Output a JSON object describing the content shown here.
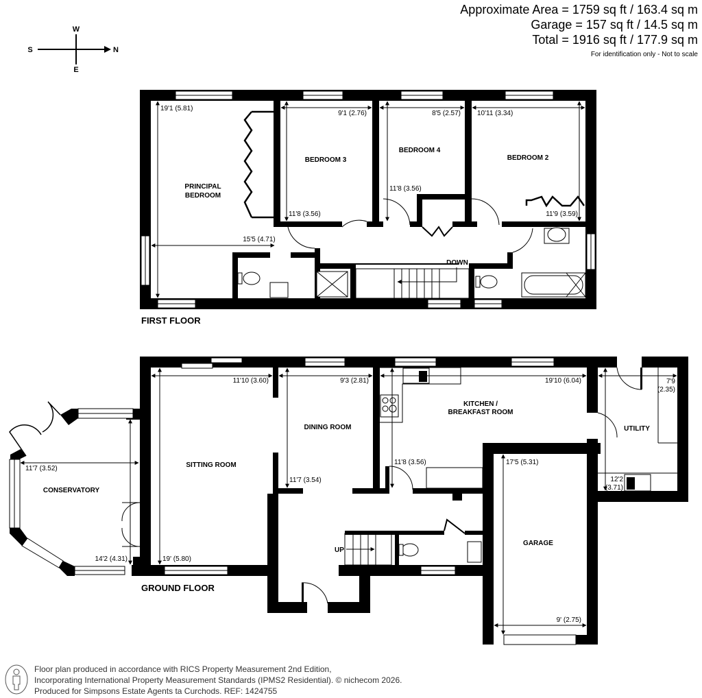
{
  "summary": {
    "approximate_area": "Approximate Area = 1759 sq ft / 163.4 sq m",
    "garage_area": "Garage = 157 sq ft / 14.5 sq m",
    "total_area": "Total = 1916 sq ft / 177.9 sq m",
    "disclaimer": "For identification only - Not to scale"
  },
  "compass": {
    "north": "N",
    "south": "S",
    "east": "E",
    "west": "W"
  },
  "first_floor": {
    "label": "FIRST FLOOR",
    "stairs_label": "DOWN",
    "rooms": [
      {
        "name": "PRINCIPAL",
        "name2": "BEDROOM",
        "dim_a": "19'1 (5.81)",
        "dim_b": "15'5 (4.71)"
      },
      {
        "name": "BEDROOM 3",
        "dim_a": "9'1 (2.76)",
        "dim_b": "11'8 (3.56)"
      },
      {
        "name": "BEDROOM 4",
        "dim_a": "8'5 (2.57)",
        "dim_b": "11'8 (3.56)"
      },
      {
        "name": "BEDROOM 2",
        "dim_a": "10'11 (3.34)",
        "dim_b": "11'9 (3.59)"
      }
    ]
  },
  "ground_floor": {
    "label": "GROUND FLOOR",
    "stairs_label": "UP",
    "rooms": [
      {
        "name": "CONSERVATORY",
        "dim_a": "11'7 (3.52)",
        "dim_b": "14'2 (4.31)"
      },
      {
        "name": "SITTING ROOM",
        "dim_a": "11'10 (3.60)",
        "dim_b": "19' (5.80)"
      },
      {
        "name": "DINING ROOM",
        "dim_a": "9'3 (2.81)",
        "dim_b": "11'7 (3.54)"
      },
      {
        "name": "KITCHEN /",
        "name2": "BREAKFAST ROOM",
        "dim_a": "19'10 (6.04)",
        "dim_b": "11'8 (3.56)"
      },
      {
        "name": "UTILITY",
        "dim_a": "7'9",
        "dim_a2": "(2.35)",
        "dim_b": "12'2",
        "dim_b2": "(3.71)"
      },
      {
        "name": "GARAGE",
        "dim_a": "17'5 (5.31)",
        "dim_b": "9' (2.75)"
      }
    ]
  },
  "footer": {
    "line1": "Floor plan produced in accordance with RICS Property Measurement 2nd Edition,",
    "line2": "Incorporating International Property Measurement Standards (IPMS2 Residential).   © nichecom 2026.",
    "line3": "Produced for Simpsons Estate Agents ta Curchods.   REF: 1424755"
  }
}
